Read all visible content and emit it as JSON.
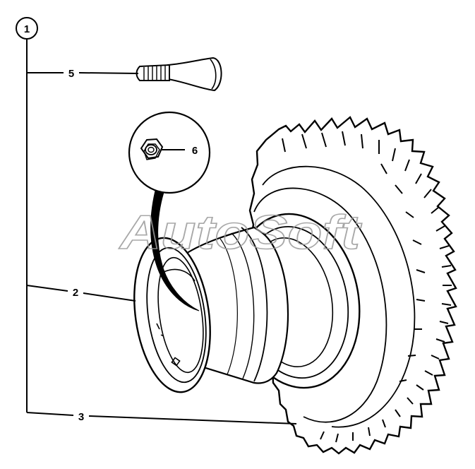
{
  "diagram": {
    "assembly_marker": "1",
    "callouts": [
      {
        "id": "callout-5",
        "label": "5"
      },
      {
        "id": "callout-6",
        "label": "6"
      },
      {
        "id": "callout-2",
        "label": "2"
      },
      {
        "id": "callout-3",
        "label": "3"
      }
    ],
    "watermark": "AutoSoft"
  },
  "colors": {
    "ink": "#000000",
    "background": "#ffffff",
    "watermark": "#9a9a9a"
  }
}
